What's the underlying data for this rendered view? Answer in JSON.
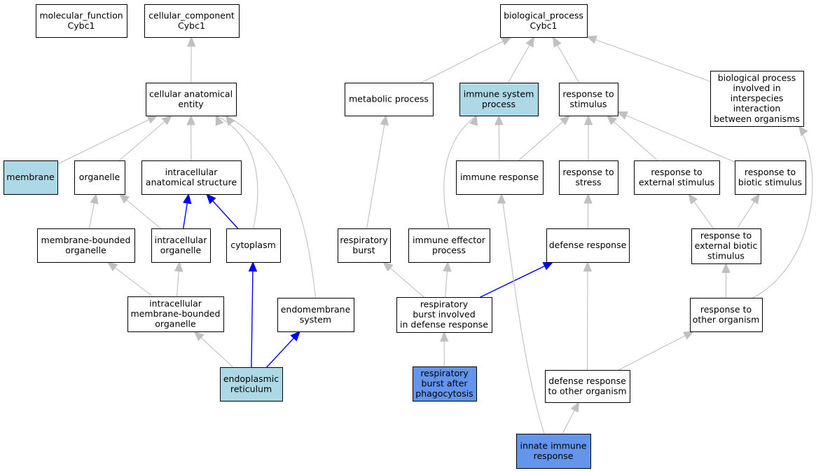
{
  "colors": {
    "default_fill": "#ffffff",
    "light_blue_fill": "#add8e6",
    "medium_blue_fill": "#6495ed",
    "gray_edge": "#c0c0c0",
    "blue_edge": "#0000ff"
  },
  "nodes": [
    {
      "id": "mf",
      "lines": [
        "molecular_function",
        "Cybc1"
      ],
      "fill": "white"
    },
    {
      "id": "cc",
      "lines": [
        "cellular_component",
        "Cybc1"
      ],
      "fill": "white"
    },
    {
      "id": "bp",
      "lines": [
        "biological_process",
        "Cybc1"
      ],
      "fill": "white"
    },
    {
      "id": "cae",
      "lines": [
        "cellular anatomical",
        "entity"
      ],
      "fill": "white"
    },
    {
      "id": "membrane",
      "lines": [
        "membrane"
      ],
      "fill": "lightblue"
    },
    {
      "id": "organelle",
      "lines": [
        "organelle"
      ],
      "fill": "white"
    },
    {
      "id": "ias",
      "lines": [
        "intracellular",
        "anatomical structure"
      ],
      "fill": "white"
    },
    {
      "id": "mbo",
      "lines": [
        "membrane-bounded",
        "organelle"
      ],
      "fill": "white"
    },
    {
      "id": "io",
      "lines": [
        "intracellular",
        "organelle"
      ],
      "fill": "white"
    },
    {
      "id": "cyto",
      "lines": [
        "cytoplasm"
      ],
      "fill": "white"
    },
    {
      "id": "imbo",
      "lines": [
        "intracellular",
        "membrane-bounded",
        "organelle"
      ],
      "fill": "white"
    },
    {
      "id": "endo",
      "lines": [
        "endomembrane",
        "system"
      ],
      "fill": "white"
    },
    {
      "id": "er",
      "lines": [
        "endoplasmic",
        "reticulum"
      ],
      "fill": "lightblue"
    },
    {
      "id": "metab",
      "lines": [
        "metabolic process"
      ],
      "fill": "white"
    },
    {
      "id": "isp",
      "lines": [
        "immune system",
        "process"
      ],
      "fill": "lightblue"
    },
    {
      "id": "rts",
      "lines": [
        "response to",
        "stimulus"
      ],
      "fill": "white"
    },
    {
      "id": "bpii",
      "lines": [
        "biological process",
        "involved in",
        "interspecies",
        "interaction",
        "between organisms"
      ],
      "fill": "white"
    },
    {
      "id": "ir",
      "lines": [
        "immune response"
      ],
      "fill": "white"
    },
    {
      "id": "rtstress",
      "lines": [
        "response to",
        "stress"
      ],
      "fill": "white"
    },
    {
      "id": "rtes",
      "lines": [
        "response to",
        "external stimulus"
      ],
      "fill": "white"
    },
    {
      "id": "rtbs",
      "lines": [
        "response to",
        "biotic stimulus"
      ],
      "fill": "white"
    },
    {
      "id": "rb",
      "lines": [
        "respiratory",
        "burst"
      ],
      "fill": "white"
    },
    {
      "id": "iep",
      "lines": [
        "immune effector",
        "process"
      ],
      "fill": "white"
    },
    {
      "id": "dr",
      "lines": [
        "defense response"
      ],
      "fill": "white"
    },
    {
      "id": "rtebs",
      "lines": [
        "response to",
        "external biotic",
        "stimulus"
      ],
      "fill": "white"
    },
    {
      "id": "rbidr",
      "lines": [
        "respiratory",
        "burst involved",
        "in defense response"
      ],
      "fill": "white"
    },
    {
      "id": "rtoo",
      "lines": [
        "response to",
        "other organism"
      ],
      "fill": "white"
    },
    {
      "id": "rbap",
      "lines": [
        "respiratory",
        "burst after",
        "phagocytosis"
      ],
      "fill": "medium"
    },
    {
      "id": "drtoo",
      "lines": [
        "defense response",
        "to other organism"
      ],
      "fill": "white"
    },
    {
      "id": "iir",
      "lines": [
        "innate immune",
        "response"
      ],
      "fill": "medium"
    }
  ],
  "edges": [
    {
      "from": "cae",
      "to": "cc",
      "color": "gray"
    },
    {
      "from": "membrane",
      "to": "cae",
      "color": "gray"
    },
    {
      "from": "organelle",
      "to": "cae",
      "color": "gray"
    },
    {
      "from": "ias",
      "to": "cae",
      "color": "gray"
    },
    {
      "from": "cyto",
      "to": "cae",
      "color": "gray"
    },
    {
      "from": "endo",
      "to": "cae",
      "color": "gray"
    },
    {
      "from": "mbo",
      "to": "organelle",
      "color": "gray"
    },
    {
      "from": "io",
      "to": "organelle",
      "color": "gray"
    },
    {
      "from": "io",
      "to": "ias",
      "color": "blue"
    },
    {
      "from": "cyto",
      "to": "ias",
      "color": "blue"
    },
    {
      "from": "imbo",
      "to": "mbo",
      "color": "gray"
    },
    {
      "from": "imbo",
      "to": "io",
      "color": "gray"
    },
    {
      "from": "er",
      "to": "imbo",
      "color": "gray"
    },
    {
      "from": "er",
      "to": "cyto",
      "color": "blue"
    },
    {
      "from": "er",
      "to": "endo",
      "color": "blue"
    },
    {
      "from": "metab",
      "to": "bp",
      "color": "gray"
    },
    {
      "from": "isp",
      "to": "bp",
      "color": "gray"
    },
    {
      "from": "rts",
      "to": "bp",
      "color": "gray"
    },
    {
      "from": "bpii",
      "to": "bp",
      "color": "gray"
    },
    {
      "from": "ir",
      "to": "isp",
      "color": "gray"
    },
    {
      "from": "ir",
      "to": "rts",
      "color": "gray"
    },
    {
      "from": "rtstress",
      "to": "rts",
      "color": "gray"
    },
    {
      "from": "rtes",
      "to": "rts",
      "color": "gray"
    },
    {
      "from": "rtbs",
      "to": "rts",
      "color": "gray"
    },
    {
      "from": "rb",
      "to": "metab",
      "color": "gray"
    },
    {
      "from": "iep",
      "to": "isp",
      "color": "gray"
    },
    {
      "from": "dr",
      "to": "rtstress",
      "color": "gray"
    },
    {
      "from": "rtebs",
      "to": "rtes",
      "color": "gray"
    },
    {
      "from": "rtebs",
      "to": "rtbs",
      "color": "gray"
    },
    {
      "from": "rbidr",
      "to": "rb",
      "color": "gray"
    },
    {
      "from": "rbidr",
      "to": "iep",
      "color": "gray"
    },
    {
      "from": "rbidr",
      "to": "dr",
      "color": "blue"
    },
    {
      "from": "rtoo",
      "to": "rtebs",
      "color": "gray"
    },
    {
      "from": "rtoo",
      "to": "bpii",
      "color": "gray"
    },
    {
      "from": "rbap",
      "to": "rbidr",
      "color": "gray"
    },
    {
      "from": "drtoo",
      "to": "dr",
      "color": "gray"
    },
    {
      "from": "drtoo",
      "to": "rtoo",
      "color": "gray"
    },
    {
      "from": "iir",
      "to": "drtoo",
      "color": "gray"
    },
    {
      "from": "iir",
      "to": "ir",
      "color": "gray"
    }
  ]
}
